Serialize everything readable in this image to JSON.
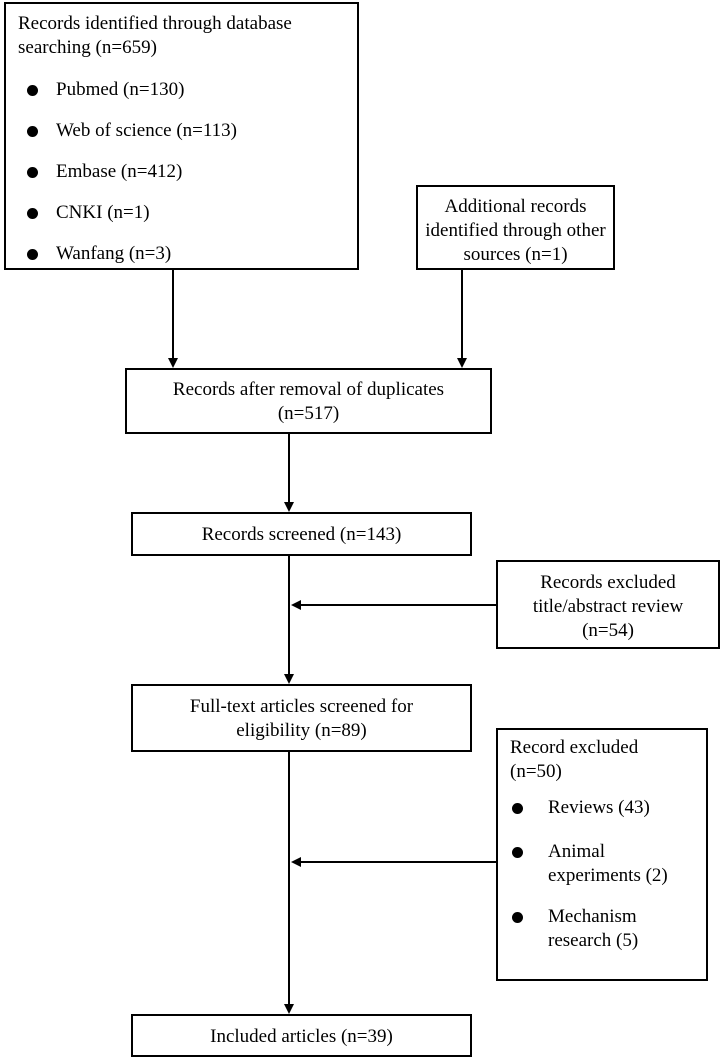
{
  "database_search": {
    "title_line1": "Records identified through database",
    "title_line2": "searching (n=659)",
    "sources": [
      "Pubmed (n=130)",
      "Web of science (n=113)",
      "Embase (n=412)",
      "CNKI (n=1)",
      "Wanfang (n=3)"
    ]
  },
  "additional_records": {
    "line1": "Additional records",
    "line2": "identified through other",
    "line3": "sources (n=1)"
  },
  "after_duplicates": {
    "line1": "Records after removal of duplicates",
    "line2": "(n=517)"
  },
  "screened": {
    "line1": "Records screened (n=143)"
  },
  "excluded_title": {
    "line1": "Records excluded",
    "line2": "title/abstract review",
    "line3": "(n=54)"
  },
  "fulltext": {
    "line1": "Full-text articles screened for",
    "line2": "eligibility (n=89)"
  },
  "record_excluded": {
    "line1": "Record excluded",
    "line2": "(n=50)",
    "reasons": [
      {
        "line1": "Reviews (43)",
        "line2": ""
      },
      {
        "line1": "Animal",
        "line2": "experiments (2)"
      },
      {
        "line1": "Mechanism",
        "line2": "research (5)"
      }
    ]
  },
  "included": {
    "line1": "Included articles (n=39)"
  }
}
